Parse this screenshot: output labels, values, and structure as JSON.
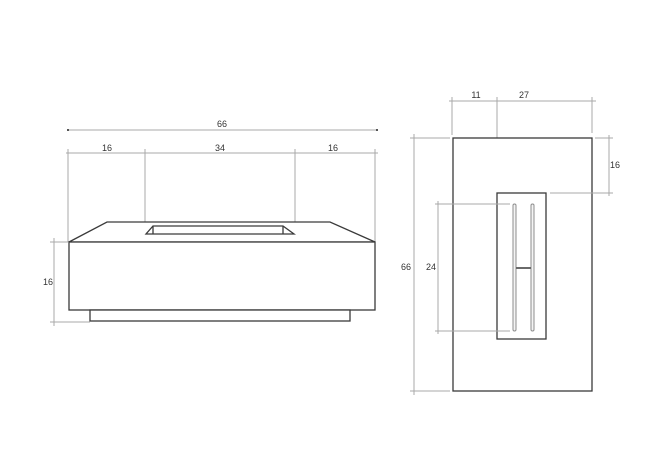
{
  "drawing": {
    "title": "Rectangular fire table dimension drawing",
    "colors": {
      "object_line": "#3a3a3a",
      "dimension_line": "#a8a8a8",
      "text": "#333333",
      "background": "#ffffff"
    }
  },
  "front_view": {
    "overall_width_label": "66",
    "segment_labels": [
      "16",
      "34",
      "16"
    ],
    "height_label": "16"
  },
  "top_view": {
    "offset_left_label": "11",
    "burner_width_label": "27",
    "overall_depth_label": "66",
    "offset_top_label": "16",
    "burner_length_label": "24"
  }
}
